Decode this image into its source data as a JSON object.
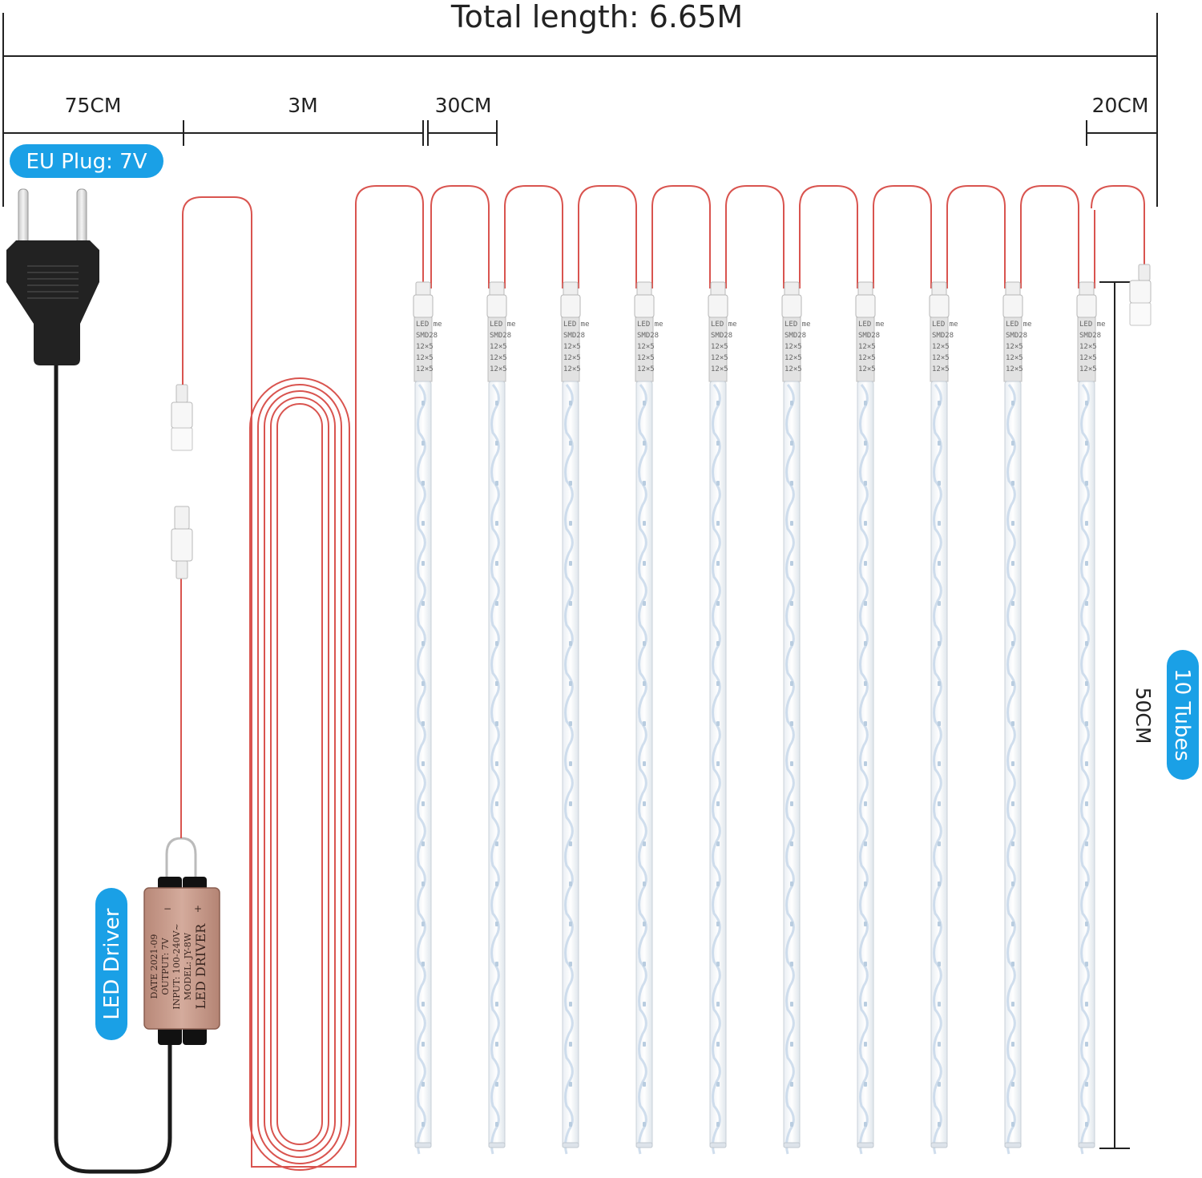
{
  "dimensions": {
    "total_length": "Total length: 6.65M",
    "segment_plug": "75CM",
    "segment_lead": "3M",
    "segment_spacing": "30CM",
    "segment_end": "20CM",
    "tube_length": "50CM"
  },
  "badges": {
    "plug": "EU Plug: 7V",
    "driver": "LED Driver",
    "tubes": "10 Tubes"
  },
  "driver_label": {
    "line1": "LED DRIVER",
    "line2": "MODEL: JY-8W",
    "line3": "INPUT: 100-240V~",
    "line4": "OUTPUT: 7V",
    "line5": "DATE 2021-09"
  },
  "tube_label_lines": [
    "LED me",
    "SMD28",
    "12×5",
    "12×5",
    "12×5"
  ],
  "tubes_count": 10,
  "colors": {
    "badge": "#1aa0e6",
    "wire": "#d9544f",
    "dimension_line": "#222222",
    "driver_body": "#c39a8a",
    "cable": "#1a1a1a"
  }
}
